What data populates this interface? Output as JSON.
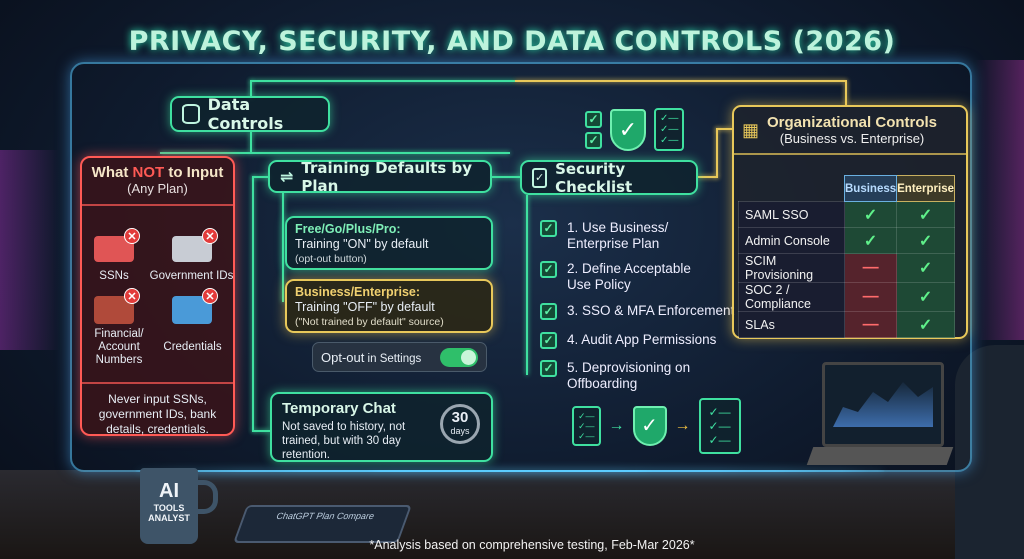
{
  "title": "PRIVACY, SECURITY, AND DATA CONTROLS (2026)",
  "data_controls": {
    "label": "Data Controls"
  },
  "not_input": {
    "title_pre": "What ",
    "title_em": "NOT",
    "title_post": " to Input",
    "subtitle": "(Any Plan)",
    "items": [
      "SSNs",
      "Government IDs",
      "Financial/ Account Numbers",
      "Credentials"
    ],
    "warning": "Never input SSNs, government IDs, bank details, credentials."
  },
  "training": {
    "header": "Training Defaults by Plan",
    "free": {
      "plans": "Free/Go/Plus/Pro:",
      "status": "Training \"ON\" by default",
      "note": "(opt-out button)"
    },
    "business": {
      "plans": "Business/Enterprise:",
      "status": "Training \"OFF\" by default",
      "note": "(\"Not trained by default\" source)"
    },
    "optout": {
      "label": "Opt-out",
      "suffix": " in Settings",
      "enabled": true
    }
  },
  "temp_chat": {
    "title": "Temporary Chat",
    "text": "Not saved to history, not trained, but with  30 day retention.",
    "badge_num": "30",
    "badge_unit": "days"
  },
  "checklist": {
    "header": "Security Checklist",
    "items": [
      "1. Use Business/ Enterprise Plan",
      "2. Define Acceptable Use Policy",
      "3. SSO & MFA Enforcement",
      "4. Audit App Permissions",
      "5. Deprovisioning on Offboarding"
    ]
  },
  "org": {
    "title": "Organizational Controls",
    "subtitle": "(Business vs. Enterprise)",
    "columns": [
      "Business",
      "Enterprise"
    ],
    "rows": [
      {
        "label": "SAML SSO",
        "business": true,
        "enterprise": true
      },
      {
        "label": "Admin Console",
        "business": true,
        "enterprise": true
      },
      {
        "label": "SCIM Provisioning",
        "business": false,
        "enterprise": true
      },
      {
        "label": "SOC 2 / Compliance",
        "business": false,
        "enterprise": true
      },
      {
        "label": "SLAs",
        "business": false,
        "enterprise": true
      }
    ]
  },
  "mug": {
    "line1": "AI",
    "line2": "TOOLS",
    "line3": "ANALYST"
  },
  "tablet": {
    "text": "ChatGPT Plan Compare"
  },
  "footnote": "*Analysis based on comprehensive testing, Feb-Mar 2026*"
}
